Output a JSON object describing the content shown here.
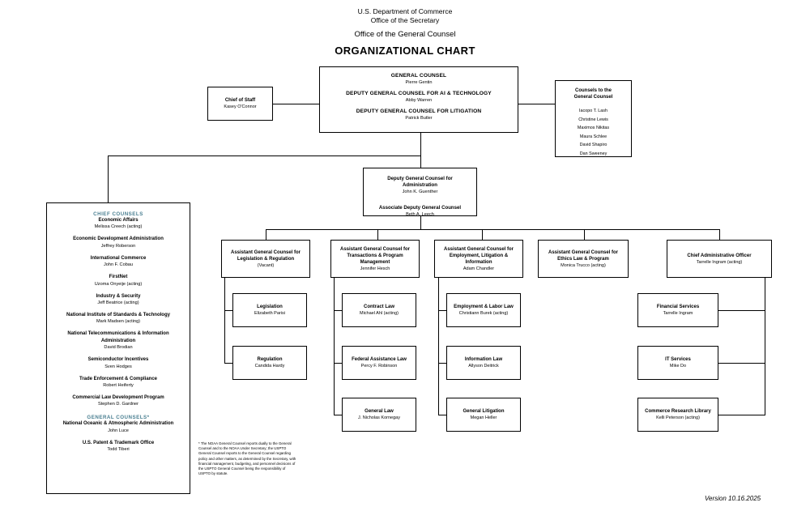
{
  "header": {
    "agency_line1": "U.S. Department of Commerce",
    "agency_line2": "Office of the Secretary",
    "office": "Office of the General Counsel",
    "title": "ORGANIZATIONAL CHART"
  },
  "colors": {
    "section_heading": "#4a7f91",
    "border": "#000000",
    "background": "#ffffff"
  },
  "top": {
    "general_counsel_title": "GENERAL COUNSEL",
    "general_counsel_name": "Pierre Gentin",
    "dgc_ai_title": "DEPUTY GENERAL COUNSEL FOR AI & TECHNOLOGY",
    "dgc_ai_name": "Abby Warren",
    "dgc_lit_title": "DEPUTY GENERAL COUNSEL FOR LITIGATION",
    "dgc_lit_name": "Patrick Butler"
  },
  "chief_of_staff": {
    "title": "Chief of Staff",
    "name": "Kasey O'Connor"
  },
  "counsels_to_gc": {
    "title_line1": "Counsels to the",
    "title_line2": "General Counsel",
    "members": [
      "Iacopo T. Lash",
      "Christine Lewis",
      "Maximos Nikitas",
      "Maura Schlee",
      "David Shapiro",
      "Dan Sweeney"
    ]
  },
  "deputy_admin": {
    "title_line1": "Deputy General Counsel for",
    "title_line2": "Administration",
    "name": "John K. Guenther",
    "assoc_title": "Associate Deputy General Counsel",
    "assoc_name": "Beth A. Leech"
  },
  "chief_counsels_panel": {
    "section1_heading": "CHIEF COUNSELS",
    "section1_items": [
      {
        "unit": "Economic Affairs",
        "person": "Melissa Creech (acting)"
      },
      {
        "unit": "Economic Development Administration",
        "person": "Jeffrey Roberson"
      },
      {
        "unit": "International Commerce",
        "person": "John F. Cobau"
      },
      {
        "unit": "FirstNet",
        "person": "Uzoma Onyeije (acting)"
      },
      {
        "unit": "Industry & Security",
        "person": "Jeff Beatrice (acting)"
      },
      {
        "unit": "National Institute of Standards & Technology",
        "person": "Mark Madsen (acting)"
      },
      {
        "unit": "National Telecommunications & Information Administration",
        "person": "David Brodian"
      },
      {
        "unit": "Semiconductor Incentives",
        "person": "Sven Hodges"
      },
      {
        "unit": "Trade Enforcement & Compliance",
        "person": "Robert Heiferty"
      },
      {
        "unit": "Commercial Law Development Program",
        "person": "Stephen D. Gardner"
      }
    ],
    "section2_heading": "GENERAL COUNSELS*",
    "section2_items": [
      {
        "unit": "National Oceanic & Atmospheric Administration",
        "person": "John Luce"
      },
      {
        "unit": "U.S. Patent & Trademark Office",
        "person": "Todd Tiberi"
      }
    ]
  },
  "columns": [
    {
      "head_title": "Assistant General Counsel for Legislation & Regulation",
      "head_name": "(Vacant)",
      "children": [
        {
          "title": "Legislation",
          "name": "Elizabeth Parisi"
        },
        {
          "title": "Regulation",
          "name": "Candida Hardy"
        }
      ]
    },
    {
      "head_title": "Assistant General Counsel for Transactions & Program Management",
      "head_name": "Jennifer Hesch",
      "children": [
        {
          "title": "Contract Law",
          "name": "Michael Ahl (acting)"
        },
        {
          "title": "Federal Assistance Law",
          "name": "Percy F. Robinson"
        },
        {
          "title": "General Law",
          "name": "J. Nicholas Kornegay"
        }
      ]
    },
    {
      "head_title": "Assistant General Counsel for Employment, Litigation & Information",
      "head_name": "Adam Chandler",
      "children": [
        {
          "title": "Employment & Labor Law",
          "name": "Christiann Burek (acting)"
        },
        {
          "title": "Information Law",
          "name": "Allyson Deitrick"
        },
        {
          "title": "General Litigation",
          "name": "Megan Heller"
        }
      ]
    },
    {
      "head_title": "Assistant General Counsel for Ethics Law & Program",
      "head_name": "Monica Trucco (acting)",
      "children": []
    },
    {
      "head_title": "Chief Administrative Officer",
      "head_name": "Tarrelle Ingram (acting)",
      "children": [
        {
          "title": "Financial Services",
          "name": "Tarrelle Ingram"
        },
        {
          "title": "IT Services",
          "name": "Mike Do"
        },
        {
          "title": "Commerce Research Library",
          "name": "Kelli Peterson (acting)"
        }
      ]
    }
  ],
  "footnote": "* The NOAA General Counsel reports dually to the General Counsel and to the NOAA Under Secretary; the USPTO General Counsel reports to the General Counsel regarding policy and other matters, as determined by the Secretary, with financial management, budgeting, and personnel decisions of the USPTO General Counsel being the responsibility of USPTO by statute.",
  "version": "Version 10.16.2025"
}
